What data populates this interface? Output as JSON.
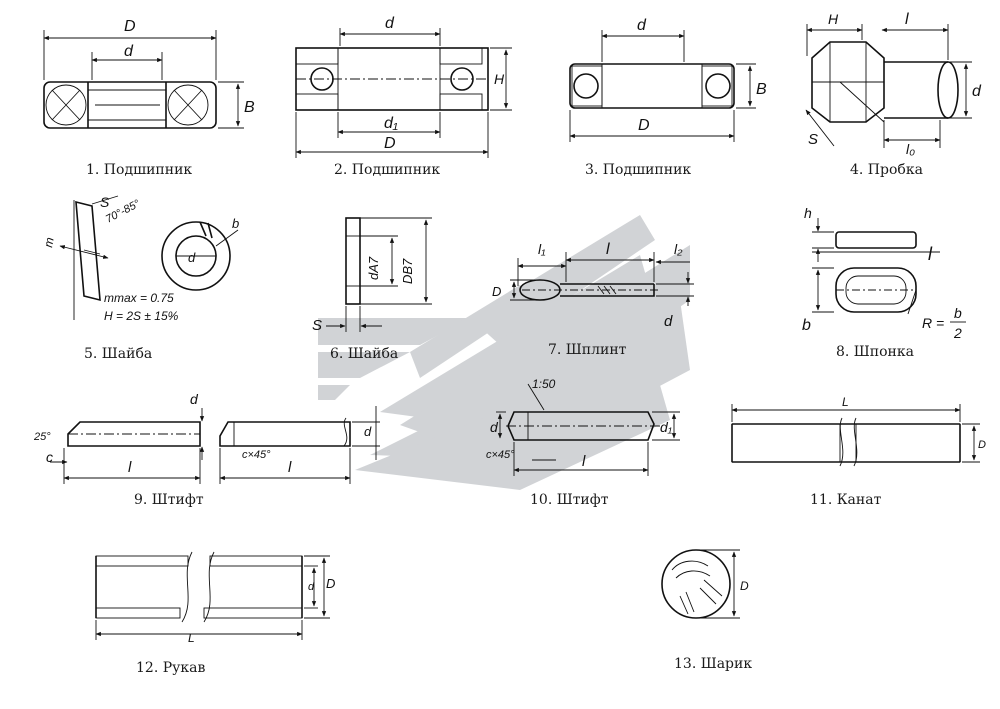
{
  "captions": [
    "1. Подшипник",
    "2. Подшипник",
    "3. Подшипник",
    "4. Пробка",
    "5. Шайба",
    "6. Шайба",
    "7. Шплинт",
    "8. Шпонка",
    "9. Штифт",
    "10. Штифт",
    "11. Канат",
    "12. Рукав",
    "13. Шарик"
  ],
  "dims": {
    "D": "D",
    "d": "d",
    "B": "B",
    "H": "H",
    "d1": "d₁",
    "l": "l",
    "l0": "l₀",
    "S": "S",
    "l1": "l₁",
    "l2": "l₂",
    "b": "b",
    "h": "h",
    "c": "c",
    "m": "m",
    "L": "L",
    "R": "R =",
    "b2_num": "b",
    "b2_den": "2",
    "angle": "70°-85°",
    "mmax": "mmax = 0.75",
    "h2s": "H = 2S ± 15%",
    "dA7": "dA7",
    "DB7": "DB7",
    "deg25": "25°",
    "cx45": "c×45°",
    "taper": "1:50"
  },
  "colors": {
    "line": "#111111",
    "watermark": "#c9cccf",
    "background": "#ffffff"
  }
}
